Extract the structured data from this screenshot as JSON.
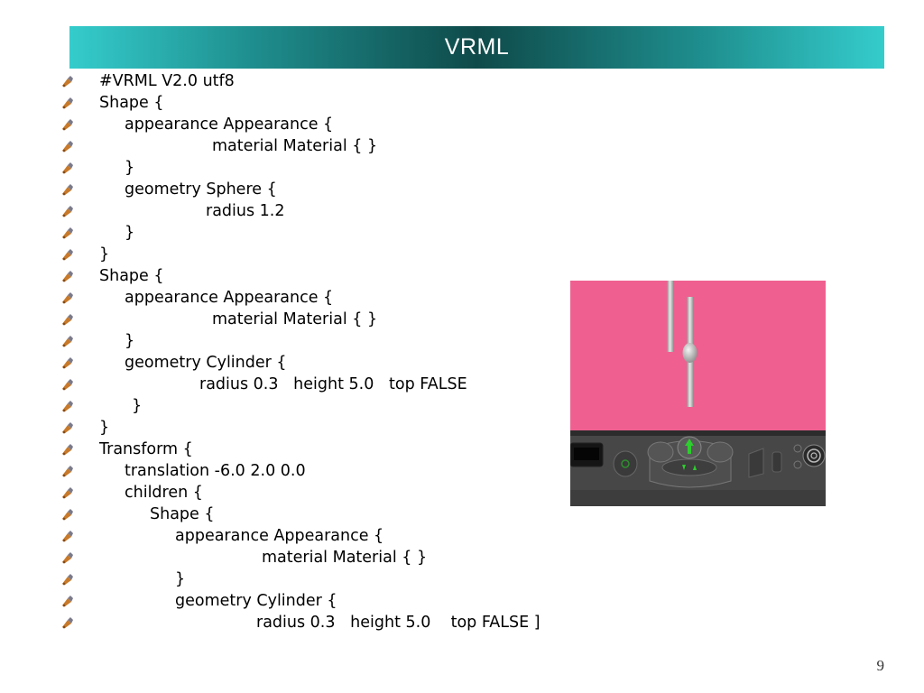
{
  "title": "VRML",
  "page_number": "9",
  "code_lines": [
    {
      "indent": 42,
      "text": "#VRML V2.0 utf8"
    },
    {
      "indent": 42,
      "text": "Shape {"
    },
    {
      "indent": 70,
      "text": "appearance Appearance {"
    },
    {
      "indent": 167,
      "text": "material Material { }"
    },
    {
      "indent": 70,
      "text": "}"
    },
    {
      "indent": 70,
      "text": "geometry Sphere {"
    },
    {
      "indent": 160,
      "text": "radius 1.2"
    },
    {
      "indent": 70,
      "text": "}"
    },
    {
      "indent": 42,
      "text": "}"
    },
    {
      "indent": 42,
      "text": "Shape {"
    },
    {
      "indent": 70,
      "text": "appearance Appearance {"
    },
    {
      "indent": 167,
      "text": "material Material { }"
    },
    {
      "indent": 70,
      "text": "}"
    },
    {
      "indent": 70,
      "text": "geometry Cylinder {"
    },
    {
      "indent": 153,
      "text": "radius 0.3   height 5.0   top FALSE"
    },
    {
      "indent": 78,
      "text": "}"
    },
    {
      "indent": 42,
      "text": "}"
    },
    {
      "indent": 42,
      "text": "Transform {"
    },
    {
      "indent": 70,
      "text": "translation -6.0 2.0 0.0"
    },
    {
      "indent": 70,
      "text": "children {"
    },
    {
      "indent": 98,
      "text": "Shape {"
    },
    {
      "indent": 126,
      "text": "appearance Appearance {"
    },
    {
      "indent": 222,
      "text": "material Material { }"
    },
    {
      "indent": 126,
      "text": "}"
    },
    {
      "indent": 126,
      "text": "geometry Cylinder {"
    },
    {
      "indent": 216,
      "text": "radius 0.3   height 5.0    top FALSE ]"
    }
  ],
  "colors": {
    "title_gradient_edge": "#35cccc",
    "title_gradient_center": "#0f4a4a",
    "viewer_background": "#ef6090"
  },
  "icons": {
    "bullet": "pen-nib-bullet-icon",
    "viewer_nav": [
      "crosshair-icon",
      "arrow-up-icon",
      "arrow-down-icon",
      "move-icon",
      "seek-icon",
      "cosmo-logo-icon"
    ]
  }
}
